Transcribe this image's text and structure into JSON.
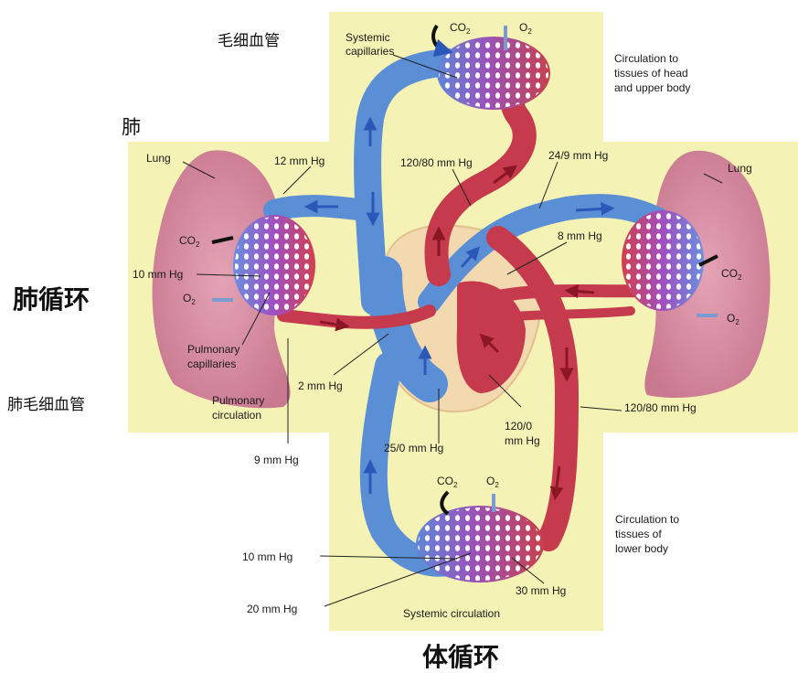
{
  "chinese_labels": {
    "capillary": "毛细血管",
    "lung": "肺",
    "pulmonary_circulation": "肺循环",
    "pulmonary_capillary": "肺毛细血管",
    "systemic_circulation": "体循环"
  },
  "labels": {
    "systemic_capillaries_1": "Systemic",
    "systemic_capillaries_2": "capillaries",
    "co2": "CO",
    "o2": "O",
    "subscript_2": "2",
    "head_1": "Circulation to",
    "head_2": "tissues of head",
    "head_3": "and upper body",
    "lung_left": "Lung",
    "lung_right": "Lung",
    "p_12": "12 mm Hg",
    "p_120_80_top": "120/80 mm Hg",
    "p_24_9": "24/9 mm Hg",
    "p_8": "8 mm Hg",
    "p_10_left": "10 mm Hg",
    "pulm_cap_1": "Pulmonary",
    "pulm_cap_2": "capillaries",
    "p_2": "2 mm Hg",
    "pulm_circ_1": "Pulmonary",
    "pulm_circ_2": "circulation",
    "p_9": "9 mm Hg",
    "p_25_0": "25/0 mm Hg",
    "p_120_0_1": "120/0",
    "p_120_0_2": "mm Hg",
    "p_120_80_right": "120/80 mm Hg",
    "lower_1": "Circulation to",
    "lower_2": "tissues of",
    "lower_3": "lower body",
    "p_10_bottom": "10 mm Hg",
    "p_20": "20 mm Hg",
    "p_30": "30 mm Hg",
    "systemic_circ": "Systemic circulation"
  },
  "colors": {
    "background_panel": "#f4f2b4",
    "oxygenated_red": "#c53a4c",
    "deoxygenated_blue": "#5a8fd6",
    "capillary_purple": "#9a52b8",
    "lung_pink": "#d88aa2",
    "heart_tan": "#f3d9b0"
  }
}
